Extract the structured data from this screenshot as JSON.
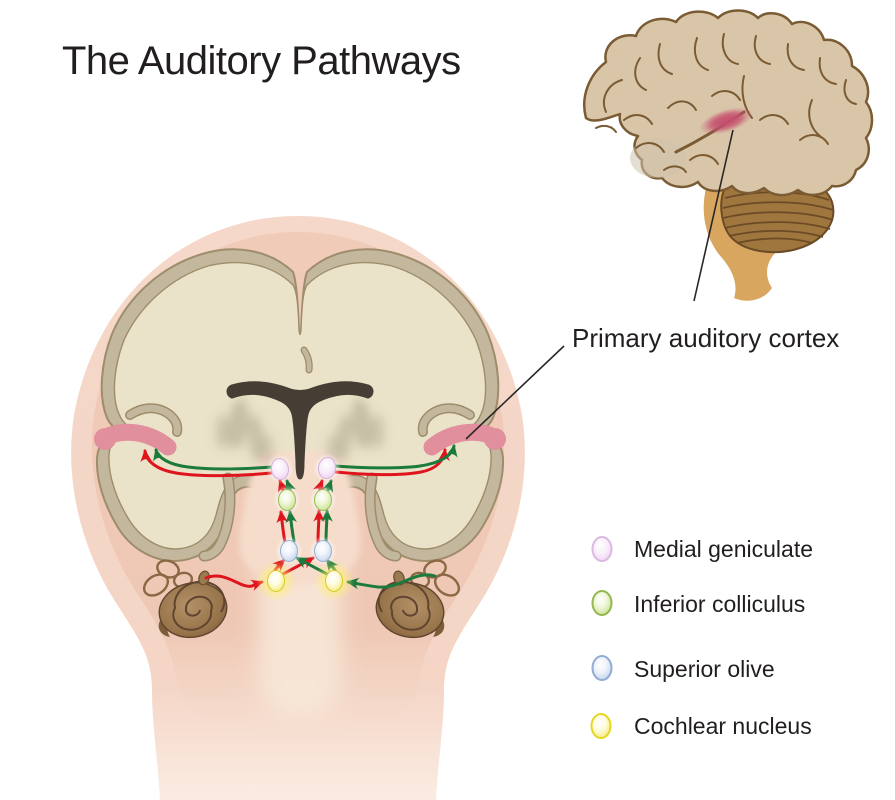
{
  "title": "The Auditory Pathways",
  "annotation": {
    "label": "Primary auditory cortex"
  },
  "legend": {
    "items": [
      {
        "label": "Medial geniculate",
        "color": "#e9c7ee"
      },
      {
        "label": "Inferior colliculus",
        "color": "#a9cb67"
      },
      {
        "label": "Superior olive",
        "color": "#a7bddf"
      },
      {
        "label": "Cochlear nucleus",
        "color": "#efe434"
      }
    ]
  },
  "pathways": {
    "left_ear_pathway_color": "#e0141c",
    "right_ear_pathway_color": "#1b7a3c"
  },
  "palette": {
    "skin_outer": "#f5d8c9",
    "skin_inner": "#f0cbb8",
    "slice_band": "#c3b79d",
    "slice_inner": "#eae3c9",
    "slice_outline": "#9e8d6b",
    "ventricle_dark": "#463d35",
    "auditory_cortex_pink": "#e28f9d",
    "brain_tan": "#d9c6a9",
    "brain_outline": "#7a5b33",
    "cerebellum_brown": "#a0763f",
    "brainstem_tan": "#d9a660"
  }
}
